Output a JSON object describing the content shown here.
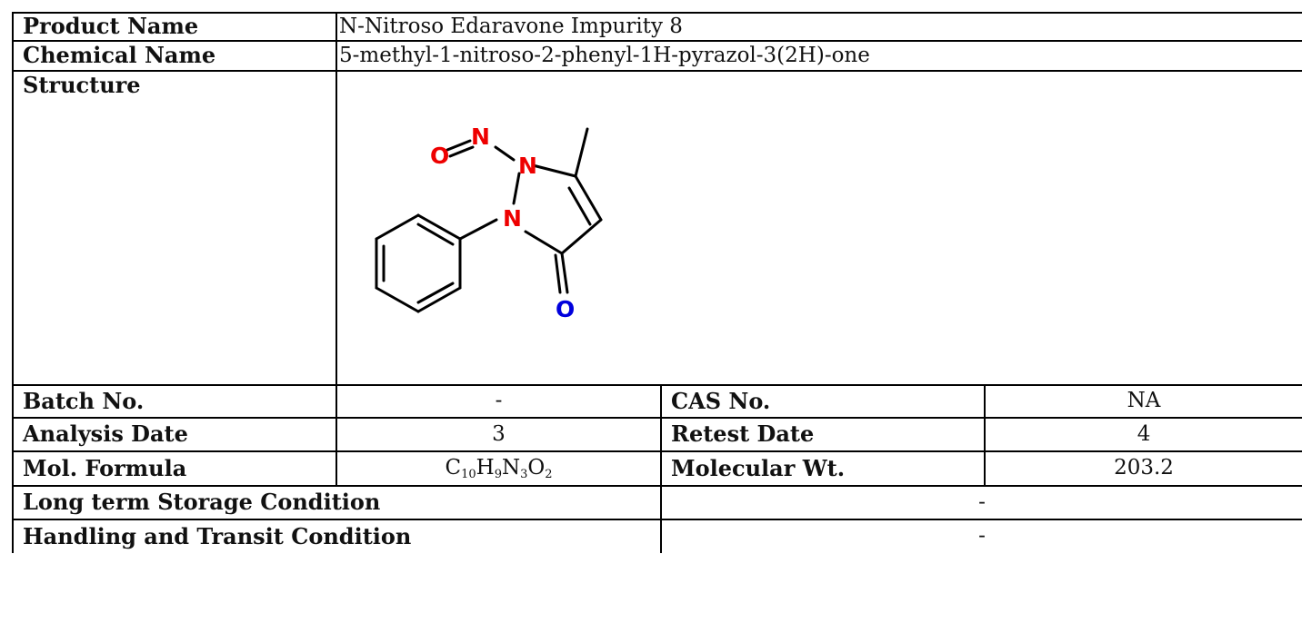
{
  "rows": {
    "product_name": {
      "label": "Product Name",
      "value": "N-Nitroso Edaravone Impurity 8"
    },
    "chemical_name": {
      "label": "Chemical Name",
      "value": "5-methyl-1-nitroso-2-phenyl-1H-pyrazol-3(2H)-one"
    },
    "structure": {
      "label": "Structure",
      "atoms": {
        "nitroso_o": "O",
        "nitroso_n": "N",
        "ring_n1": "N",
        "ring_n2": "N",
        "carbonyl_o": "O"
      },
      "colors": {
        "nitrogen_oxygen_nitroso": "#ee0000",
        "carbonyl_oxygen": "#0000dd",
        "bond": "#000000"
      }
    },
    "batch_no": {
      "label": "Batch No.",
      "value": "-"
    },
    "cas_no": {
      "label": "CAS No.",
      "value": "NA"
    },
    "analysis_date": {
      "label": "Analysis Date",
      "value": "3"
    },
    "retest_date": {
      "label": "Retest Date",
      "value": "4"
    },
    "mol_formula": {
      "label": "Mol. Formula",
      "parts": [
        {
          "el": "C",
          "n": "10"
        },
        {
          "el": "H",
          "n": "9"
        },
        {
          "el": "N",
          "n": "3"
        },
        {
          "el": "O",
          "n": "2"
        }
      ]
    },
    "molecular_wt": {
      "label": "Molecular Wt.",
      "value": "203.2"
    },
    "long_term_storage": {
      "label": "Long term Storage Condition",
      "value": "-"
    },
    "handling_transit": {
      "label": "Handling and Transit Condition",
      "value": "-"
    }
  }
}
